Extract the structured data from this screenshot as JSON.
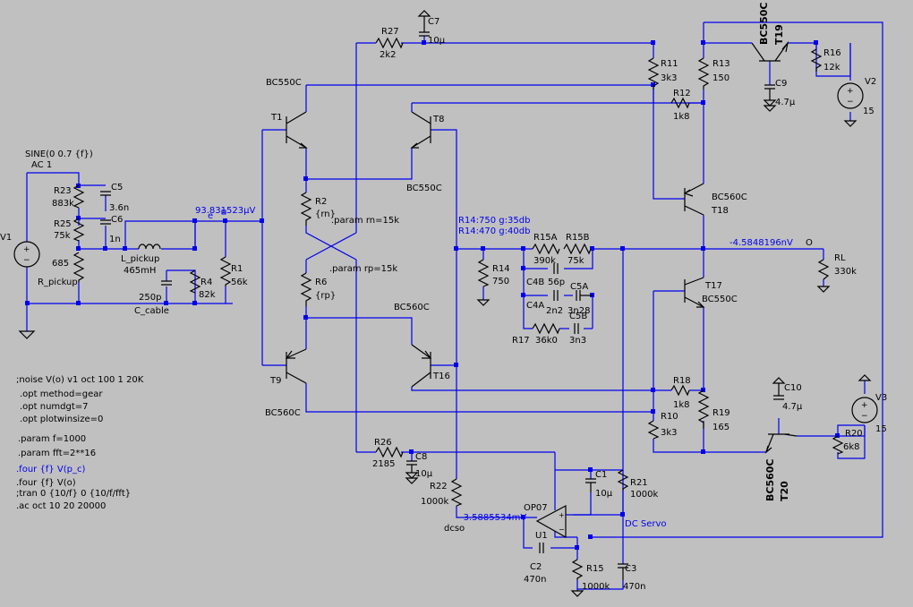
{
  "colors": {
    "background": "#c0c0c0",
    "wire": "#0000ee",
    "component": "#000000",
    "label": "#000000",
    "net_label": "#0000ee"
  },
  "resistors": {
    "r1": {
      "ref": "R1",
      "val": "56k"
    },
    "r2": {
      "ref": "R2",
      "val": "{rn}"
    },
    "r4": {
      "ref": "R4",
      "val": "82k"
    },
    "r6": {
      "ref": "R6",
      "val": "{rp}"
    },
    "r10": {
      "ref": "R10",
      "val": "3k3"
    },
    "r11": {
      "ref": "R11",
      "val": "3k3"
    },
    "r12": {
      "ref": "R12",
      "val": "1k8"
    },
    "r13": {
      "ref": "R13",
      "val": "150"
    },
    "r14": {
      "ref": "R14",
      "val": "750"
    },
    "r15": {
      "ref": "R15",
      "val": "1000k"
    },
    "r15a": {
      "ref": "R15A",
      "val": "390k"
    },
    "r15b": {
      "ref": "R15B",
      "val": "75k"
    },
    "r16": {
      "ref": "R16",
      "val": "12k"
    },
    "r17": {
      "ref": "R17",
      "val": "36k0"
    },
    "r18": {
      "ref": "R18",
      "val": "1k8"
    },
    "r19": {
      "ref": "R19",
      "val": "165"
    },
    "r20": {
      "ref": "R20",
      "val": "6k8"
    },
    "r21": {
      "ref": "R21",
      "val": "1000k"
    },
    "r22": {
      "ref": "R22",
      "val": "1000k"
    },
    "r23": {
      "ref": "R23",
      "val": "883k"
    },
    "r25": {
      "ref": "R25",
      "val": "75k"
    },
    "r26": {
      "ref": "R26",
      "val": "2185"
    },
    "r27": {
      "ref": "R27",
      "val": "2k2"
    },
    "rl": {
      "ref": "RL",
      "val": "330k"
    },
    "rpickup": {
      "ref": "R_pickup",
      "val": "685"
    }
  },
  "capacitors": {
    "c1": {
      "ref": "C1",
      "val": "10µ"
    },
    "c2": {
      "ref": "C2",
      "val": "470n"
    },
    "c3": {
      "ref": "C3",
      "val": "470n"
    },
    "c4a": {
      "ref": "C4A",
      "val": "2n2"
    },
    "c4b": {
      "ref": "C4B",
      "val": "56p"
    },
    "c5": {
      "ref": "C5",
      "val": "3.6n"
    },
    "c5a": {
      "ref": "C5A",
      "val": "3n28"
    },
    "c5b": {
      "ref": "C5B",
      "val": "3n3"
    },
    "c6": {
      "ref": "C6",
      "val": "1n"
    },
    "c7": {
      "ref": "C7",
      "val": "10µ"
    },
    "c8": {
      "ref": "C8",
      "val": "10µ"
    },
    "c9": {
      "ref": "C9",
      "val": "4.7µ"
    },
    "c10": {
      "ref": "C10",
      "val": "4.7µ"
    },
    "ccable": {
      "ref": "C_cable",
      "val": "250p"
    }
  },
  "inductor": {
    "ref": "L_pickup",
    "val": "465mH"
  },
  "transistors": {
    "t1": {
      "ref": "T1",
      "model": "BC550C"
    },
    "t8": {
      "ref": "T8",
      "model": "BC550C"
    },
    "t9": {
      "ref": "T9",
      "model": "BC560C"
    },
    "t16": {
      "ref": "T16",
      "model": "BC560C"
    },
    "t17": {
      "ref": "T17",
      "model": "BC550C"
    },
    "t18": {
      "ref": "T18",
      "model": "BC560C"
    },
    "t19": {
      "ref": "T19",
      "model": "BC550C"
    },
    "t20": {
      "ref": "T20",
      "model": "BC560C"
    }
  },
  "sources": {
    "v1": {
      "ref": "V1",
      "line1": "SINE(0 0.7 {f})",
      "line2": "AC 1"
    },
    "v2": {
      "ref": "V2",
      "val": "15"
    },
    "v3": {
      "ref": "V3",
      "val": "15"
    }
  },
  "opamp": {
    "ref": "U1",
    "model": "OP07",
    "note": "DC Servo"
  },
  "nets": {
    "e": "e",
    "o": "O",
    "dcso": "dcso"
  },
  "readouts": {
    "e_voltage": "93.831523µV",
    "o_voltage": "-4.5848196nV",
    "dcso_voltage": "-3.5885534mV",
    "r14_note1": "R14:750  g:35db",
    "r14_note2": "R14:470  g:40db"
  },
  "params": {
    "rn": ".param rn=15k",
    "rp": ".param rp=15k"
  },
  "directives": [
    ";noise V(o) v1 oct 100 1 20K",
    ".opt method=gear",
    ".opt numdgt=7",
    ".opt plotwinsize=0",
    ".param f=1000",
    ".param fft=2**16",
    ".four {f} V(p_c)",
    ".four {f} V(o)",
    ";tran 0 {10/f} 0 {10/f/fft}",
    ".ac oct 10  20 20000"
  ]
}
